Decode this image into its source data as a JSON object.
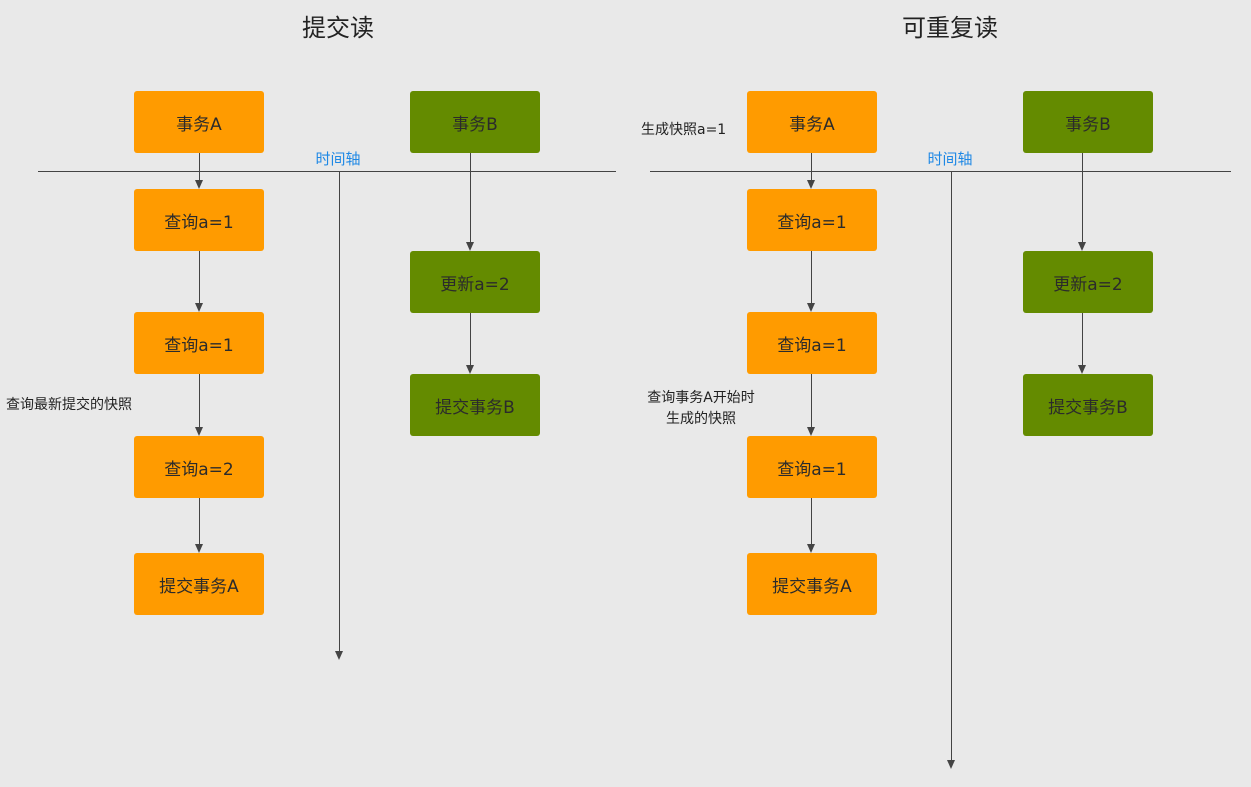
{
  "panels": [
    {
      "title": "提交读",
      "axis_label": "时间轴",
      "txA": [
        "事务A",
        "查询a=1",
        "查询a=1",
        "查询a=2",
        "提交事务A"
      ],
      "txB": [
        "事务B",
        "更新a=2",
        "提交事务B"
      ],
      "notes": [
        "查询最新提交的快照"
      ]
    },
    {
      "title": "可重复读",
      "axis_label": "时间轴",
      "txA": [
        "事务A",
        "查询a=1",
        "查询a=1",
        "查询a=1",
        "提交事务A"
      ],
      "txB": [
        "事务B",
        "更新a=2",
        "提交事务B"
      ],
      "notes": [
        "生成快照a=1",
        "查询事务A开始时",
        "生成的快照"
      ]
    }
  ],
  "colors": {
    "txA": "#ff9b00",
    "txB": "#648b00",
    "axis_label": "#1e88e5",
    "background": "#e9e9e9"
  }
}
